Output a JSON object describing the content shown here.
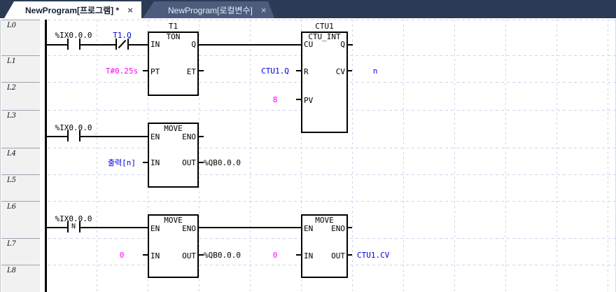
{
  "tabs": {
    "items": [
      {
        "label": "NewProgram[프로그램] *",
        "close_icon": "×",
        "active": true
      },
      {
        "label": "NewProgram[로컬변수]",
        "close_icon": "×",
        "active": false
      }
    ]
  },
  "gutter": {
    "rows": [
      "L0",
      "L1",
      "L2",
      "L3",
      "L4",
      "L5",
      "L6",
      "L7",
      "L8"
    ]
  },
  "palette": {
    "tabbar_bg": "#2c3a55",
    "tab_active_bg": "#ffffff",
    "tab_active_text": "#141e30",
    "tab_inactive_bg": "#4d5c7d",
    "tab_inactive_text": "#e9eef6",
    "grid_line": "#ccd4ec",
    "gutter_bg": "#f1f1f1",
    "wire": "#000000",
    "variable_text": "#0000e0",
    "constant_text": "#ff00ff",
    "address_text": "#000000"
  },
  "ladder": {
    "contacts": [
      {
        "row": "L0",
        "label": "%IX0.0.0",
        "kind": "normally-open",
        "symbol": ""
      },
      {
        "row": "L0",
        "label": "T1.Q",
        "kind": "normally-closed",
        "symbol": "/"
      },
      {
        "row": "L3",
        "label": "%IX0.0.0",
        "kind": "normally-open",
        "symbol": ""
      },
      {
        "row": "L6",
        "label": "%IX0.0.0",
        "kind": "negative-transition",
        "symbol": "N"
      }
    ],
    "blocks": [
      {
        "instance": "T1",
        "type": "TON",
        "pins": {
          "in": "IN",
          "q": "Q",
          "pt": "PT",
          "et": "ET"
        }
      },
      {
        "instance": "CTU1",
        "type": "CTU_INT",
        "pins": {
          "cu": "CU",
          "q": "Q",
          "r": "R",
          "cv": "CV",
          "pv": "PV"
        }
      },
      {
        "instance": "",
        "type": "MOVE",
        "pins": {
          "en": "EN",
          "eno": "ENO",
          "in": "IN",
          "out": "OUT"
        }
      },
      {
        "instance": "",
        "type": "MOVE",
        "pins": {
          "en": "EN",
          "eno": "ENO",
          "in": "IN",
          "out": "OUT"
        }
      },
      {
        "instance": "",
        "type": "MOVE",
        "pins": {
          "en": "EN",
          "eno": "ENO",
          "in": "IN",
          "out": "OUT"
        }
      }
    ],
    "operands": [
      {
        "text": "T#0.25s",
        "kind": "constant",
        "attached_pin": "T1.PT"
      },
      {
        "text": "CTU1.Q",
        "kind": "variable",
        "attached_pin": "CTU1.R"
      },
      {
        "text": "8",
        "kind": "constant",
        "attached_pin": "CTU1.PV"
      },
      {
        "text": "n",
        "kind": "variable",
        "attached_pin": "CTU1.CV"
      },
      {
        "text": "출력[n]",
        "kind": "variable",
        "attached_pin": "MOVE1.IN"
      },
      {
        "text": "%QB0.0.0",
        "kind": "address",
        "attached_pin": "MOVE1.OUT"
      },
      {
        "text": "0",
        "kind": "constant",
        "attached_pin": "MOVE2.IN"
      },
      {
        "text": "%QB0.0.0",
        "kind": "address",
        "attached_pin": "MOVE2.OUT"
      },
      {
        "text": "0",
        "kind": "constant",
        "attached_pin": "MOVE3.IN"
      },
      {
        "text": "CTU1.CV",
        "kind": "variable",
        "attached_pin": "MOVE3.OUT"
      }
    ]
  }
}
